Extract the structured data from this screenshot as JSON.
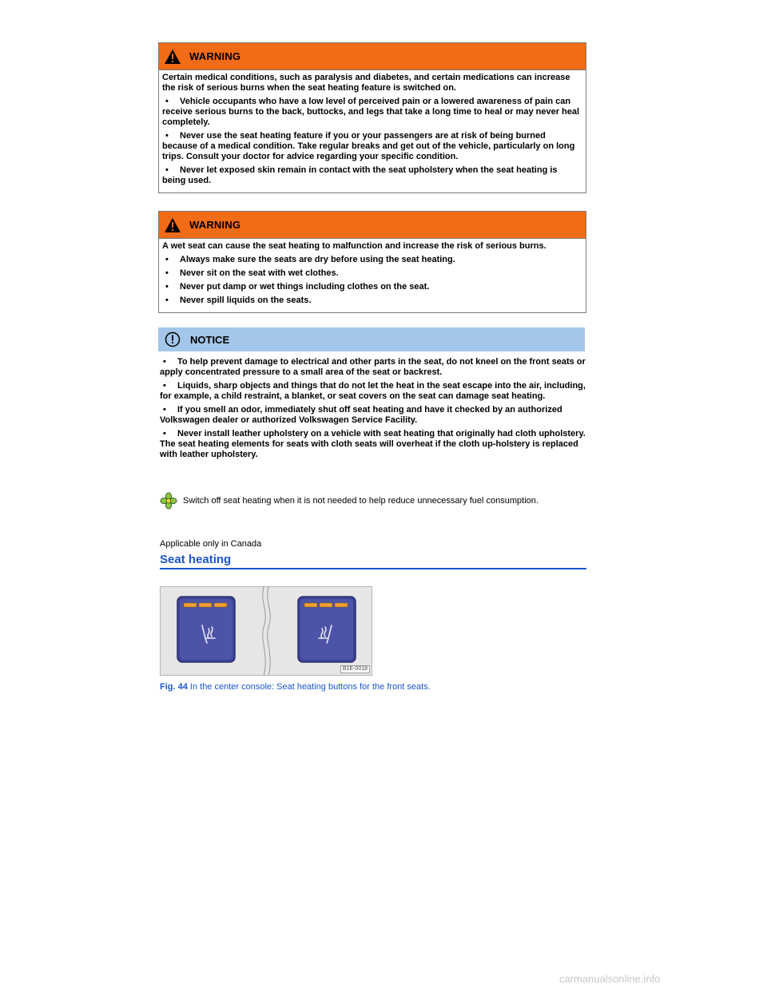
{
  "warning1": {
    "title": "WARNING",
    "intro": "Certain medical conditions, such as paralysis and diabetes, and certain medications can increase the risk of serious burns when the seat heating feature is switched on.",
    "bullets": [
      "Vehicle occupants who have a low level of perceived pain or a lowered awareness of pain can receive serious burns to the back, buttocks, and legs that take a long time to heal or may never heal completely.",
      "Never use the seat heating feature if you or your passengers are at risk of being burned because of a medical condition. Take regular breaks and get out of the vehicle, particularly on long trips. Consult your doctor for advice regarding your specific condition.",
      "Never let exposed skin remain in contact with the seat upholstery when the seat heating is being used."
    ]
  },
  "warning2": {
    "title": "WARNING",
    "intro": "A wet seat can cause the seat heating to malfunction and increase the risk of serious burns.",
    "bullets": [
      "Always make sure the seats are dry before using the seat heating.",
      "Never sit on the seat with wet clothes.",
      "Never put damp or wet things including clothes on the seat.",
      "Never spill liquids on the seats."
    ]
  },
  "notice": {
    "title": "NOTICE",
    "bullets": [
      "To help prevent damage to electrical and other parts in the seat, do not kneel on the front seats or apply concentrated pressure to a small area of the seat or backrest.",
      "Liquids, sharp objects and things that do not let the heat in the seat escape into the air, including, for example, a child restraint, a blanket, or seat covers on the seat can damage seat heating.",
      "If you smell an odor, immediately shut off seat heating and have it checked by an authorized Volkswagen dealer or authorized Volkswagen Service Facility.",
      "Never install leather upholstery on a vehicle with seat heating that originally had cloth upholstery. The seat heating elements for seats with cloth seats will overheat if the cloth up-holstery is replaced with leather upholstery."
    ]
  },
  "eco_tip": "Switch off seat heating when it is not needed to help reduce unnecessary fuel consumption.",
  "applicability": "Applicable only in Canada",
  "section_title": "Seat heating",
  "figure": {
    "code": "B1E-0018",
    "caption_label": "Fig. 44",
    "caption_text": "In the center console: Seat heating buttons for the front seats."
  },
  "watermark": "carmanualsonline.info",
  "colors": {
    "warning_header": "#f26b16",
    "notice_header": "#a3c6ea",
    "heading_blue": "#1a56c8",
    "button_blue": "#4a4f9e",
    "indicator_amber": "#f0a030"
  }
}
